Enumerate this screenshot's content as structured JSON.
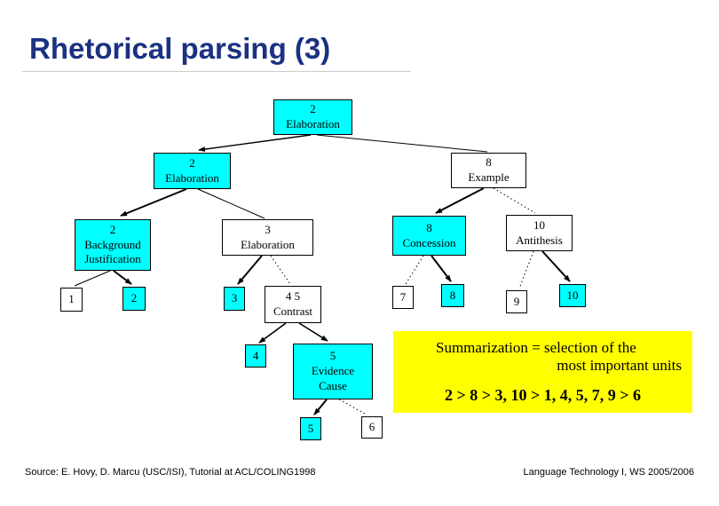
{
  "slide": {
    "title": "Rhetorical parsing (3)"
  },
  "colors": {
    "title_text": "#1b3181",
    "nucleus_fill": "#00ffff",
    "satellite_fill": "#ffffff",
    "note_fill": "#ffff00",
    "line": "#000000"
  },
  "tree": {
    "root": {
      "num": "2",
      "label": "Elaboration",
      "type": "nucleus"
    },
    "el2": {
      "num": "2",
      "label": "Elaboration",
      "type": "nucleus"
    },
    "ex8": {
      "num": "8",
      "label": "Example",
      "type": "satellite"
    },
    "bg2": {
      "num": "2",
      "label1": "Background",
      "label2": "Justification",
      "type": "nucleus"
    },
    "el3": {
      "num": "3",
      "label": "Elaboration",
      "type": "satellite"
    },
    "co8": {
      "num": "8",
      "label": "Concession",
      "type": "nucleus"
    },
    "an10": {
      "num": "10",
      "label": "Antithesis",
      "type": "satellite"
    },
    "leaf1": {
      "num": "1",
      "type": "satellite"
    },
    "leaf2": {
      "num": "2",
      "type": "nucleus"
    },
    "leaf3": {
      "num": "3",
      "type": "nucleus"
    },
    "ct45": {
      "num": "4 5",
      "label": "Contrast",
      "type": "satellite"
    },
    "leaf7": {
      "num": "7",
      "type": "satellite"
    },
    "leaf8": {
      "num": "8",
      "type": "nucleus"
    },
    "leaf9": {
      "num": "9",
      "type": "satellite"
    },
    "leaf10": {
      "num": "10",
      "type": "nucleus"
    },
    "leaf4": {
      "num": "4",
      "type": "nucleus"
    },
    "ev5": {
      "num": "5",
      "label1": "Evidence",
      "label2": "Cause",
      "type": "nucleus"
    },
    "leaf5": {
      "num": "5",
      "type": "nucleus"
    },
    "leaf6": {
      "num": "6",
      "type": "satellite"
    }
  },
  "note": {
    "line1": "Summarization = selection of the",
    "line2": "most important units",
    "ranking": "2 > 8 > 3, 10 > 1, 4, 5, 7, 9 > 6"
  },
  "footer": {
    "source": "Source: E. Hovy, D. Marcu (USC/ISI), Tutorial at ACL/COLING1998",
    "course": "Language Technology I, WS 2005/2006"
  }
}
